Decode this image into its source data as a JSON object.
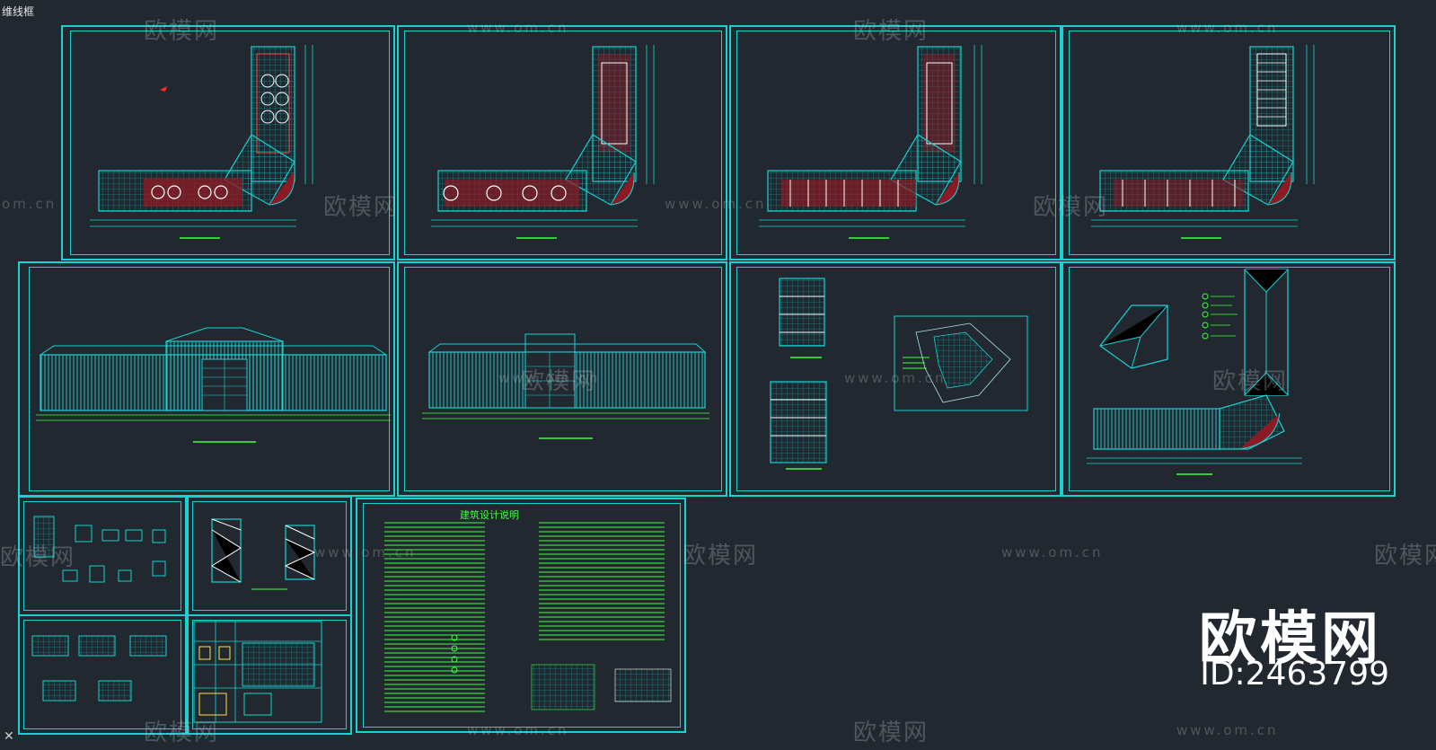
{
  "window": {
    "view_label": "维线框"
  },
  "watermark": {
    "logo_text": "欧模网",
    "url": "www.om.cn",
    "url_fragment": "om.cn"
  },
  "brand": {
    "name": "欧模网",
    "id": "ID:2463799"
  },
  "design_notes": {
    "title": "建筑设计说明"
  },
  "colors": {
    "background": "#212830",
    "frame": "#18d2d2",
    "linework": "#18d2d2",
    "text_green": "#3cff3c",
    "hatch_red": "#8b1a24",
    "watermark": "#c8cdd2"
  },
  "icons": {
    "close": "close-icon",
    "watermark_logo": "sofa-logo-icon"
  }
}
